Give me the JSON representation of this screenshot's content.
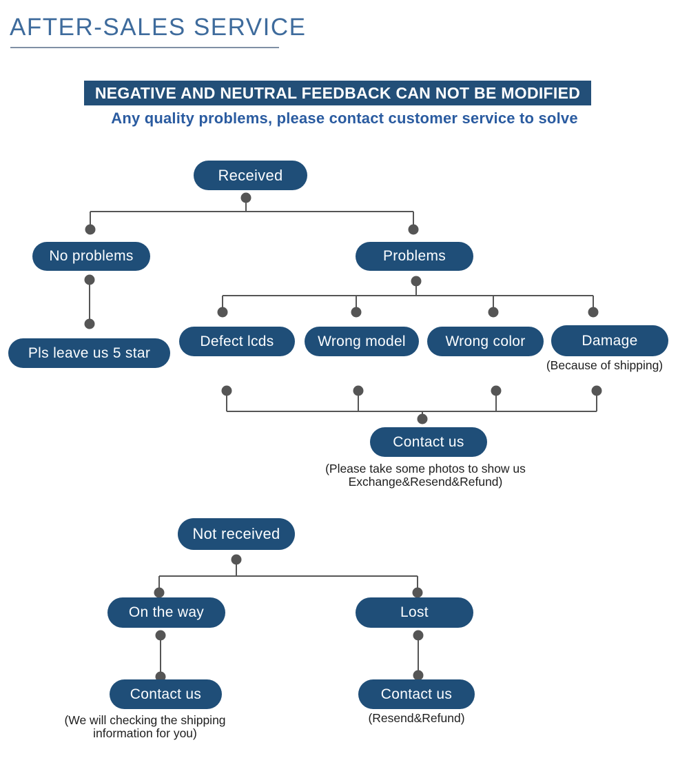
{
  "header": {
    "title": "AFTER-SALES SERVICE"
  },
  "banner": {
    "text": "NEGATIVE AND NEUTRAL FEEDBACK CAN NOT BE MODIFIED",
    "subtitle": "Any quality problems, please contact customer service to solve"
  },
  "flow_received": {
    "root": "Received",
    "no_problems": "No problems",
    "problems": "Problems",
    "leave_star": "Pls leave us 5 star",
    "causes": [
      "Defect lcds",
      "Wrong model",
      "Wrong color",
      "Damage"
    ],
    "damage_note": "(Because of shipping)",
    "contact": "Contact us",
    "contact_note_line1": "(Please take some photos to show us",
    "contact_note_line2": "Exchange&Resend&Refund)"
  },
  "flow_not_received": {
    "root": "Not received",
    "on_the_way": "On the way",
    "lost": "Lost",
    "contact_on_the_way": "Contact us",
    "on_the_way_note_line1": "(We will checking the shipping",
    "on_the_way_note_line2": "information for you)",
    "contact_lost": "Contact us",
    "lost_note": "(Resend&Refund)"
  },
  "colors": {
    "node_blue": "#1f4e78",
    "banner_blue": "#234f78",
    "title_blue": "#3e6b9c",
    "subtitle_blue": "#2a5ba0",
    "connector_gray": "#555555",
    "note_black": "#1e1e1e"
  }
}
